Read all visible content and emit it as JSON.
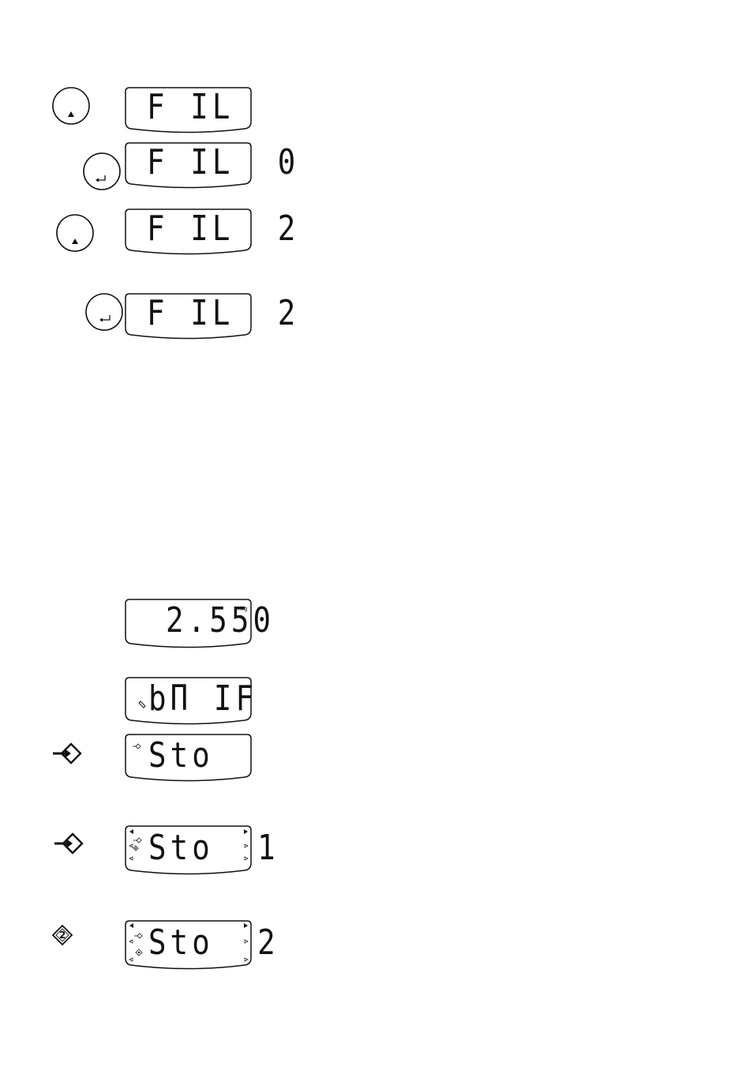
{
  "displays": [
    {
      "text": "F IL"
    },
    {
      "text": "F IL  0"
    },
    {
      "text": "F IL  2"
    },
    {
      "text": "F IL  2"
    },
    {
      "text": "2.550",
      "unit": "kg"
    },
    {
      "text": "bΠ IF"
    },
    {
      "text": "Sto"
    },
    {
      "text": "Sto  1"
    },
    {
      "text": "Sto  2"
    }
  ],
  "keys": {
    "up": {
      "icon": "up-arrow-key-icon",
      "glyph": "▲"
    },
    "enter": {
      "icon": "enter-key-icon",
      "glyph": "↵"
    },
    "store": {
      "icon": "store-arrow-diamond-icon"
    },
    "store2": {
      "icon": "store-2-diamond-icon",
      "label": "2"
    }
  }
}
